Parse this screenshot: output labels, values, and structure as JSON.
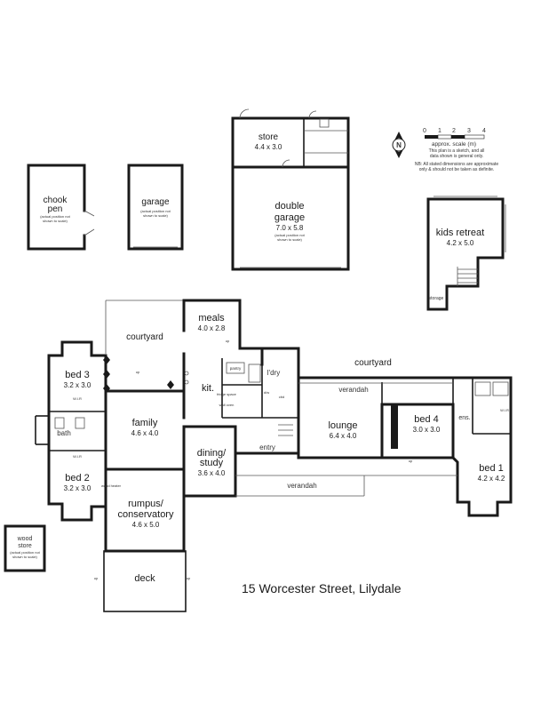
{
  "address": "15 Worcester Street, Lilydale",
  "scale": {
    "ticks": [
      "0",
      "1",
      "2",
      "3",
      "4"
    ],
    "label": "approx. scale (m)",
    "note1": "This plan is a sketch, and all",
    "note2": "data shown is general only.",
    "note3": "NB: All stated dimensions are approximate",
    "note4": "only & should not be taken as definite."
  },
  "north": "N",
  "outbuildings": {
    "store": {
      "name": "store",
      "dims": "4.4 x 3.0"
    },
    "double_garage": {
      "name1": "double",
      "name2": "garage",
      "dims": "7.0 x 5.8",
      "note1": "(actual position not",
      "note2": "shown to scale)"
    },
    "garage": {
      "name": "garage",
      "note1": "(actual position not",
      "note2": "shown to scale)"
    },
    "chook_pen": {
      "name1": "chook",
      "name2": "pen",
      "note1": "(actual position not",
      "note2": "shown to scale)"
    },
    "kids_retreat": {
      "name": "kids retreat",
      "dims": "4.2 x 5.0",
      "storage": "storage"
    },
    "wood_store": {
      "name1": "wood",
      "name2": "store",
      "note1": "(actual position not",
      "note2": "shown to scale)"
    }
  },
  "rooms": {
    "meals": {
      "name": "meals",
      "dims": "4.0 x 2.8"
    },
    "courtyard_west": "courtyard",
    "courtyard_north": "courtyard",
    "bed3": {
      "name": "bed 3",
      "dims": "3.2 x 3.0"
    },
    "bed2": {
      "name": "bed 2",
      "dims": "3.2 x 3.0"
    },
    "bath": "bath",
    "family": {
      "name": "family",
      "dims": "4.6 x 4.0"
    },
    "kit": "kit.",
    "pantry": "pantry",
    "ldry": "l'dry",
    "dining": {
      "name1": "dining/",
      "name2": "study",
      "dims": "3.6 x 4.0"
    },
    "entry": "entry",
    "lounge": {
      "name": "lounge",
      "dims": "6.4 x 4.0"
    },
    "verandah_north": "verandah",
    "verandah_south": "verandah",
    "bed4": {
      "name": "bed 4",
      "dims": "3.0 x 3.0"
    },
    "ens": "ens.",
    "bed1": {
      "name": "bed 1",
      "dims": "4.2 x 4.2"
    },
    "rumpus": {
      "name1": "rumpus/",
      "name2": "conservatory",
      "dims": "4.6 x 5.0"
    },
    "deck": "deck",
    "wir": "W.I.R",
    "robe": "robe",
    "fridge": "fridge space",
    "wall_oven": "wall oven",
    "dw": "d/w",
    "cbd": "cbd",
    "wood_heater": "wood heater",
    "up": "up"
  }
}
